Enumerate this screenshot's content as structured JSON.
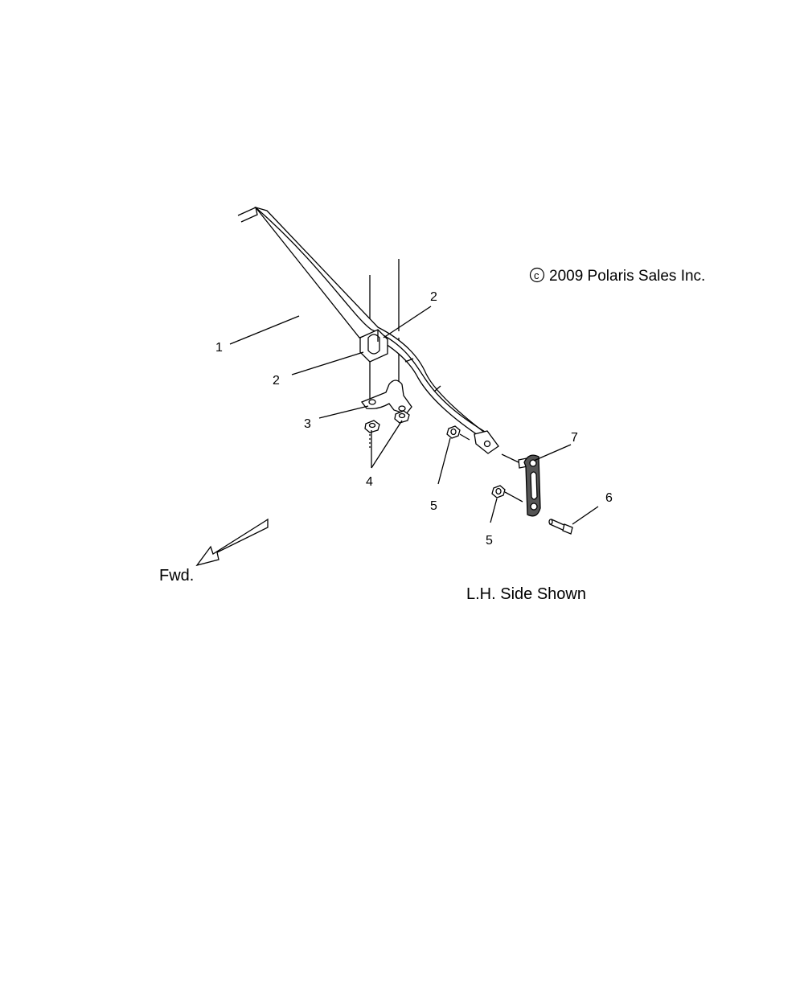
{
  "copyright": "2009 Polaris Sales Inc.",
  "copyright_symbol": "c",
  "note": "L.H. Side Shown",
  "direction": "Fwd.",
  "callouts": {
    "c1": "1",
    "c2a": "2",
    "c2b": "2",
    "c3": "3",
    "c4": "4",
    "c5a": "5",
    "c5b": "5",
    "c6": "6",
    "c7": "7"
  }
}
